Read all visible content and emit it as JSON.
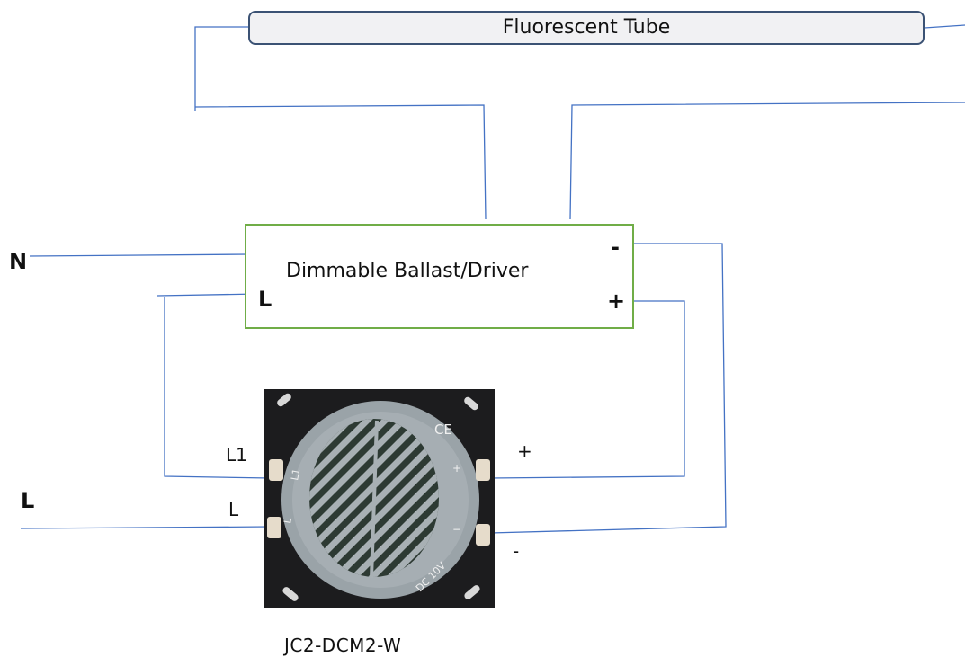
{
  "tube": {
    "label": "Fluorescent Tube"
  },
  "ballast": {
    "title": "Dimmable Ballast/Driver",
    "l": "L",
    "minus": "-",
    "plus": "+"
  },
  "external": {
    "n": "N",
    "l": "L"
  },
  "device": {
    "l1": "L1",
    "l": "L",
    "plus": "+",
    "minus": "-",
    "model": "JC2-DCM2-W",
    "face_l1": "L1",
    "face_l": "L",
    "face_plus": "+",
    "face_minus": "−",
    "face_dc": "DC 10V",
    "face_ce": "CE"
  },
  "colors": {
    "wire": "#4472c4",
    "ballast_border": "#70ad47",
    "tube_border": "#3b5274",
    "tube_fill": "#f1f1f3"
  }
}
